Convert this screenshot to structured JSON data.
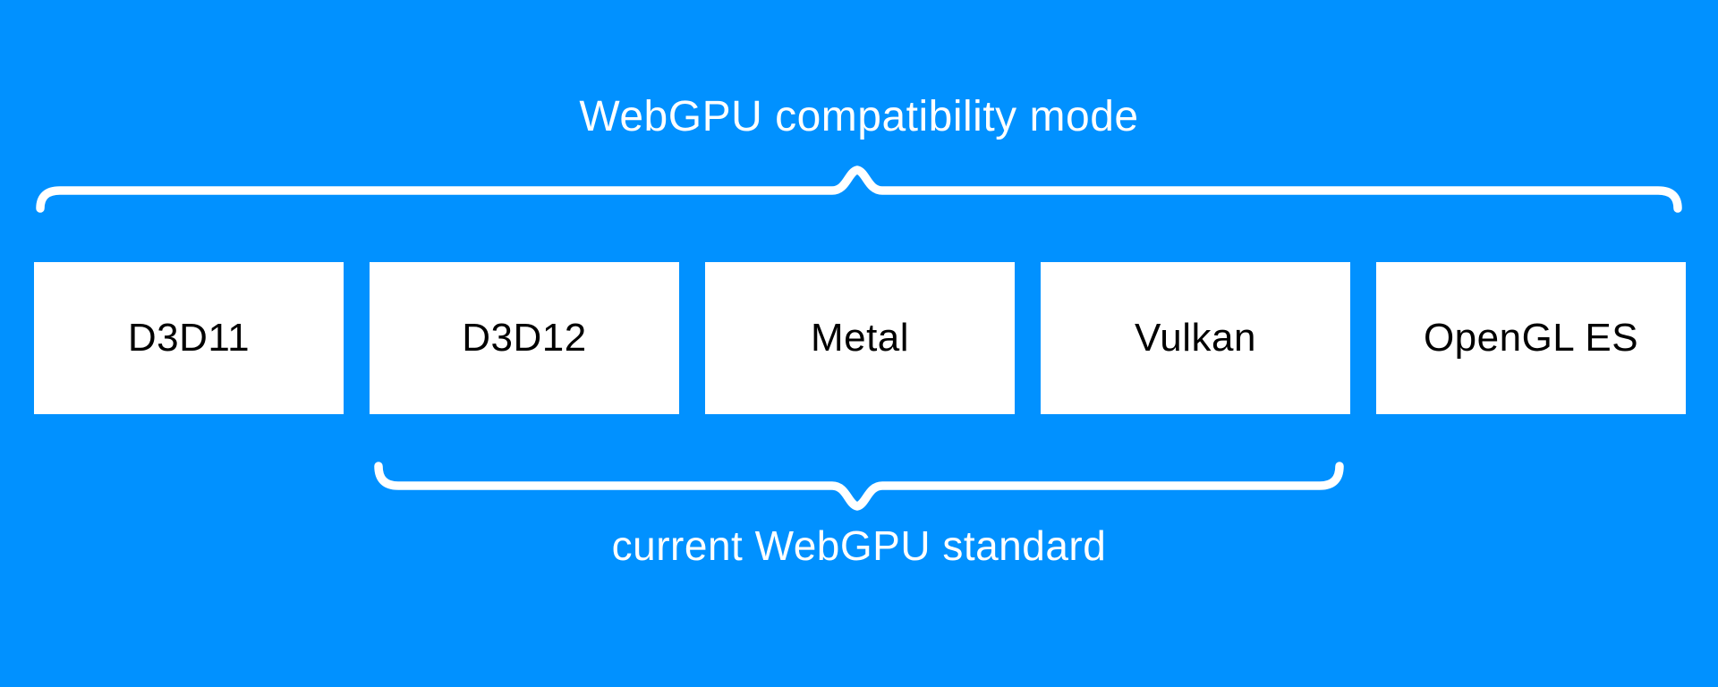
{
  "diagram": {
    "title": "WebGPU compatibility mode",
    "subtitle": "current WebGPU standard",
    "boxes": [
      {
        "label": "D3D11"
      },
      {
        "label": "D3D12"
      },
      {
        "label": "Metal"
      },
      {
        "label": "Vulkan"
      },
      {
        "label": "OpenGL ES"
      }
    ],
    "colors": {
      "background": "#0191ff",
      "box_background": "#ffffff",
      "box_text": "#000000",
      "label_text": "#ffffff",
      "brace": "#ffffff"
    }
  }
}
